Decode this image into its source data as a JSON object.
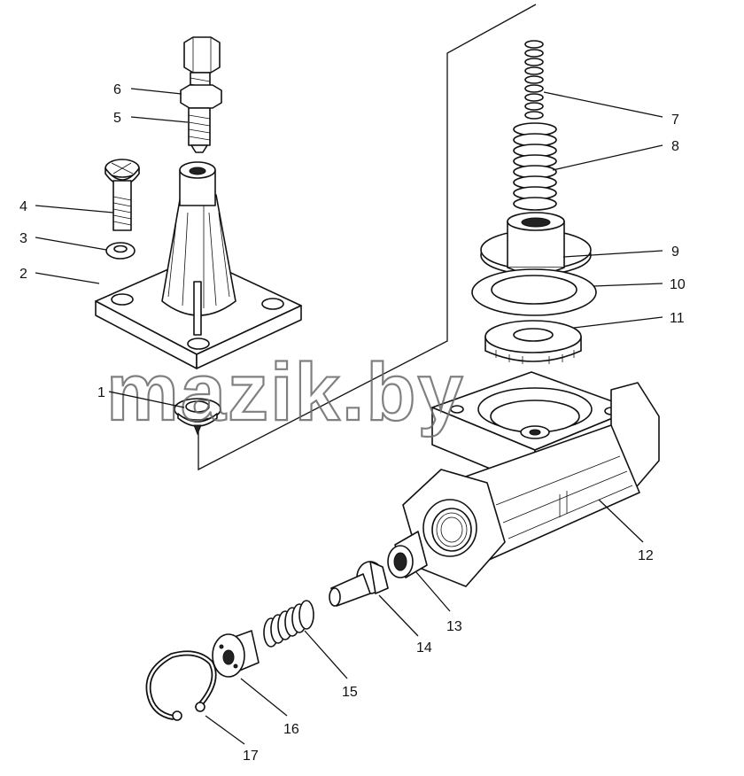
{
  "diagram": {
    "callouts": [
      "1",
      "2",
      "3",
      "4",
      "5",
      "6",
      "7",
      "8",
      "9",
      "10",
      "11",
      "12",
      "13",
      "14",
      "15",
      "16",
      "17"
    ],
    "watermark": "mazik.by"
  }
}
